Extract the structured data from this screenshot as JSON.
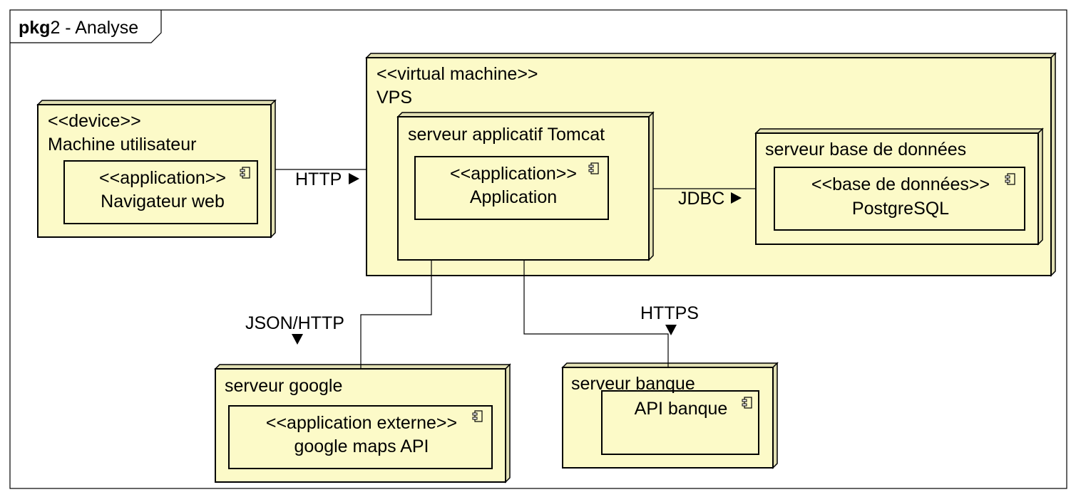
{
  "frame": {
    "label_bold": "pkg",
    "label_rest": "2 - Analyse"
  },
  "colors": {
    "node_fill": "#fcfac8",
    "node_side": "#e2e0b4",
    "stroke": "#000000",
    "background": "#ffffff"
  },
  "nodes": {
    "user_machine": {
      "stereotype": "<<device>>",
      "name": "Machine utilisateur",
      "component": {
        "stereotype": "<<application>>",
        "name": "Navigateur web",
        "icon": "component-icon"
      }
    },
    "vps": {
      "stereotype": "<<virtual machine>>",
      "name": "VPS"
    },
    "tomcat": {
      "name": "serveur applicatif Tomcat",
      "component": {
        "stereotype": "<<application>>",
        "name": "Application",
        "icon": "component-icon"
      }
    },
    "db_server": {
      "name": "serveur base de données",
      "component": {
        "stereotype": "<<base de données>>",
        "name": "PostgreSQL",
        "icon": "component-icon"
      }
    },
    "google_server": {
      "name": "serveur google",
      "component": {
        "stereotype": "<<application externe>>",
        "name": "google maps API",
        "icon": "component-icon"
      }
    },
    "bank_server": {
      "name": "serveur banque",
      "component": {
        "name": "API banque",
        "icon": "component-icon"
      }
    }
  },
  "connections": {
    "http": {
      "label": "HTTP",
      "direction": "right"
    },
    "jdbc": {
      "label": "JDBC",
      "direction": "right"
    },
    "json_http": {
      "label": "JSON/HTTP",
      "direction": "down"
    },
    "https": {
      "label": "HTTPS",
      "direction": "down"
    }
  }
}
